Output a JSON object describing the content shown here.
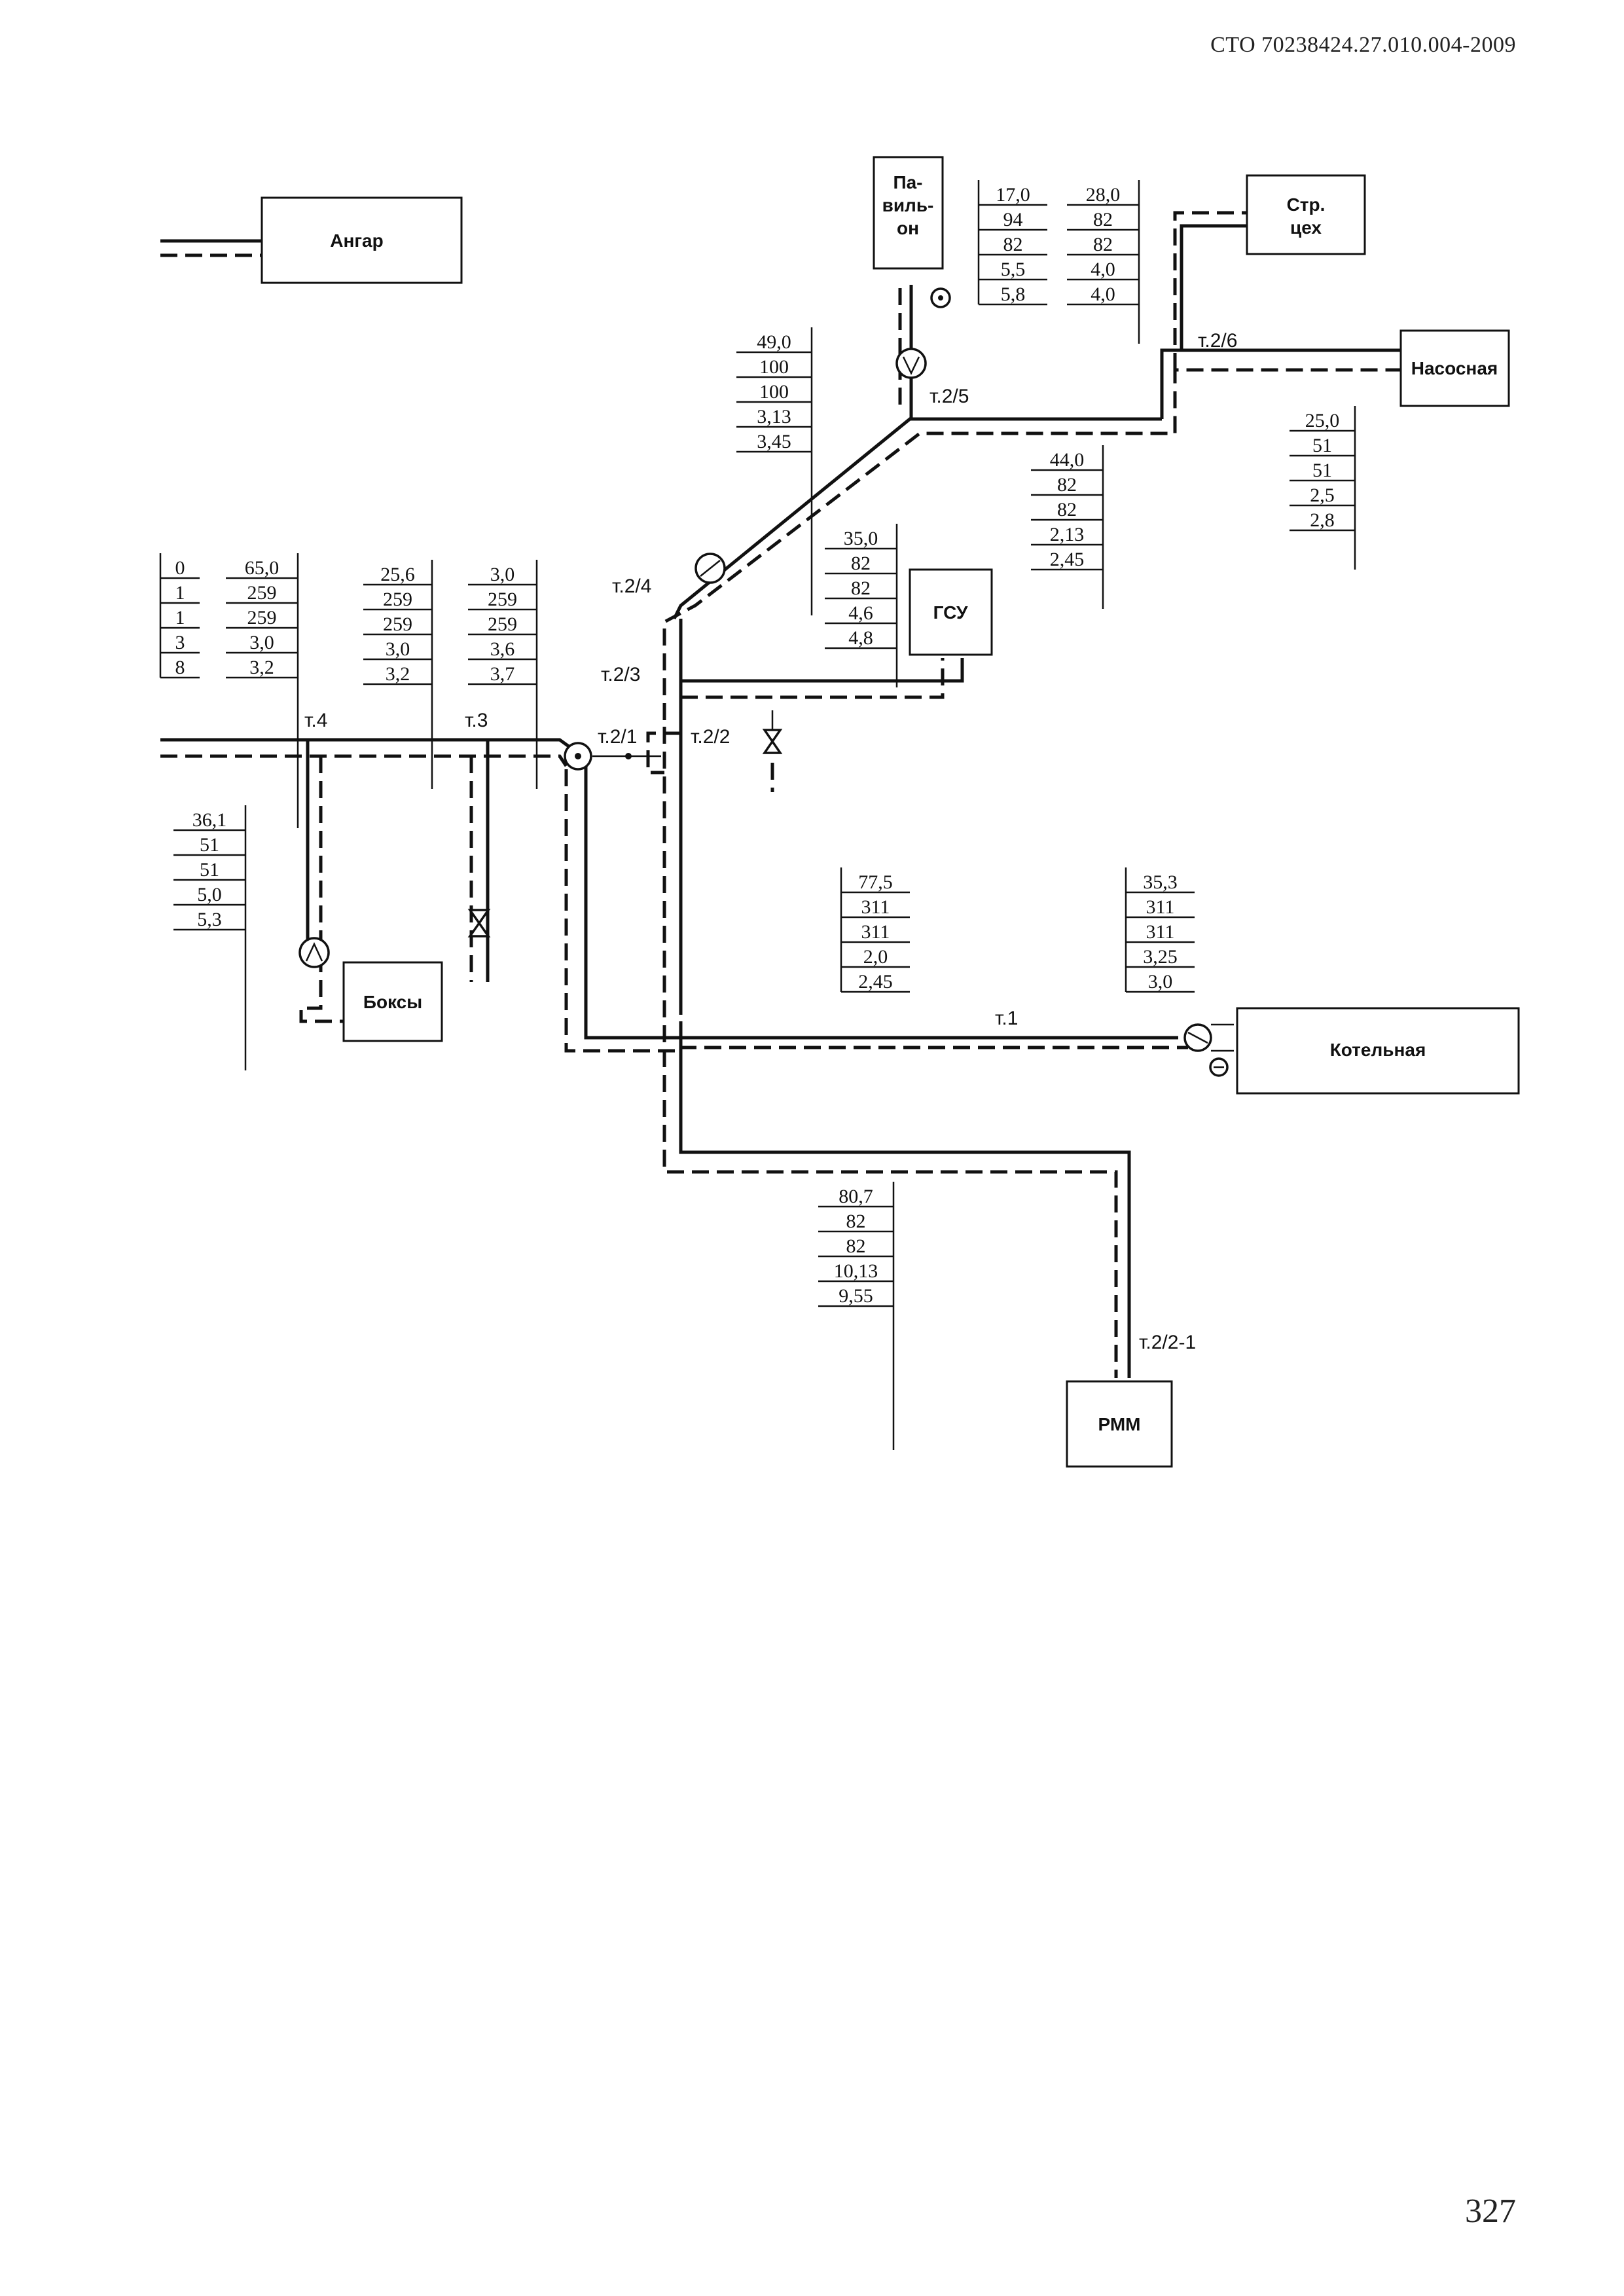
{
  "header": {
    "standard": "СТО 70238424.27.010.004-2009"
  },
  "page_number": "327",
  "buildings": {
    "angar": "Ангар",
    "pavilion_1": "Па-",
    "pavilion_2": "виль-",
    "pavilion_3": "он",
    "str_cekh_1": "Стр.",
    "str_cekh_2": "цех",
    "nasosnaya": "Насосная",
    "gsu": "ГСУ",
    "boksy": "Боксы",
    "kotelnaya": "Котельная",
    "rmm": "РММ"
  },
  "nodes": {
    "t1": "т.1",
    "t2_1": "т.2/1",
    "t2_2": "т.2/2",
    "t2_3": "т.2/3",
    "t2_4": "т.2/4",
    "t2_5": "т.2/5",
    "t2_6": "т.2/6",
    "t2_2_1": "т.2/2-1",
    "t3": "т.3",
    "t4": "т.4"
  },
  "stacks": {
    "s_49": [
      "49,0",
      "100",
      "100",
      "3,13",
      "3,45"
    ],
    "s_17": [
      "17,0",
      "94",
      "82",
      "5,5",
      "5,8"
    ],
    "s_28": [
      "28,0",
      "82",
      "82",
      "4,0",
      "4,0"
    ],
    "s_44": [
      "44,0",
      "82",
      "82",
      "2,13",
      "2,45"
    ],
    "s_25": [
      "25,0",
      "51",
      "51",
      "2,5",
      "2,8"
    ],
    "s_35": [
      "35,0",
      "82",
      "82",
      "4,6",
      "4,8"
    ],
    "s_0": [
      "0",
      "1",
      "1",
      "3",
      "8"
    ],
    "s_65": [
      "65,0",
      "259",
      "259",
      "3,0",
      "3,2"
    ],
    "s_25_6": [
      "25,6",
      "259",
      "259",
      "3,0",
      "3,2"
    ],
    "s_3": [
      "3,0",
      "259",
      "259",
      "3,6",
      "3,7"
    ],
    "s_36": [
      "36,1",
      "51",
      "51",
      "5,0",
      "5,3"
    ],
    "s_77": [
      "77,5",
      "311",
      "311",
      "2,0",
      "2,45"
    ],
    "s_35_3": [
      "35,3",
      "311",
      "311",
      "3,25",
      "3,0"
    ],
    "s_80": [
      "80,7",
      "82",
      "82",
      "10,13",
      "9,55"
    ]
  }
}
